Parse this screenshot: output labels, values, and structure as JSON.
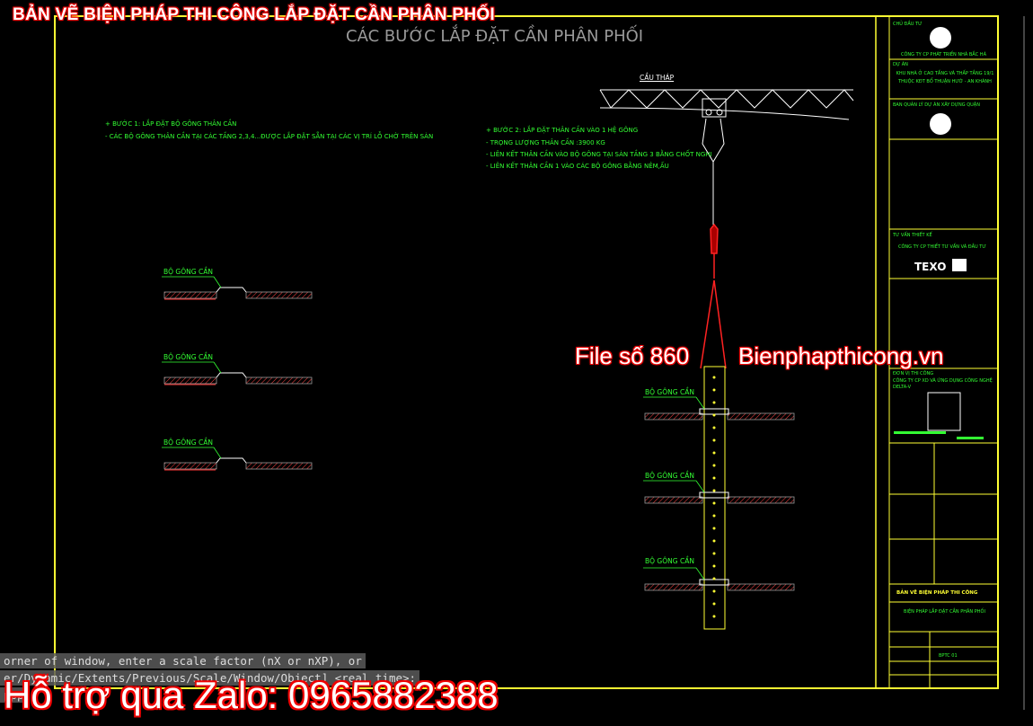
{
  "overlay": {
    "title": "BẢN VẼ BIỆN PHÁP THI CÔNG LẮP ĐẶT CẦN PHÂN PHỐI",
    "file_label": "File số 860",
    "site_label": "Bienphapthicong.vn",
    "zalo": "Hỗ trợ qua Zalo: 0965882388"
  },
  "drawing": {
    "subtitle": "CÁC BƯỚC LẮP ĐẶT CẦN PHÂN PHỐI",
    "step1": {
      "heading": "+ BƯỚC 1: LẮP ĐẶT BỘ GÔNG THÂN CẦN",
      "line1": "-          CÁC BỘ GÔNG THÂN CẦN TẠI CÁC TẦNG 2,3,4...ĐƯỢC LẮP ĐẶT SẴN TẠI CÁC VỊ TRÍ LỖ CHỜ TRÊN SÀN"
    },
    "step2": {
      "heading": "+ BƯỚC 2: LẮP ĐẶT THÂN CẦN VÀO 1 HỆ GÔNG",
      "line1": "-                TRỌNG LƯỢNG THÂN CẦN :3900 KG",
      "line2": "-                LIÊN KẾT THÂN CẦN VÀO BỘ GÔNG TẠI SÀN TẦNG 3 BẰNG CHỐT NGHI",
      "line3": "-                LIÊN KẾT THÂN CẦN 1 VÀO CÁC BỘ GÔNG BẰNG NÊM,ẤU"
    },
    "crane_label": "CẦU THÁP",
    "yoke_label": "BỘ GÔNG CẦN"
  },
  "titleblock": {
    "owner_label": "CHỦ ĐẦU TƯ",
    "owner_name": "CÔNG TY CP PHÁT TRIỂN NHÀ BẮC HÀ",
    "project_label": "DỰ ÁN",
    "project_name": "KHU NHÀ Ở CAO TẦNG VÀ THẤP TẦNG 19/1 THUỘC KĐT BỔ THUẬN HƯỚ - AN KHÁNH",
    "consultant_label": "BAN QUẢN LÝ DỰ ÁN XÂY DỰNG QUẬN",
    "design_label": "TƯ VẤN THIẾT KẾ",
    "design_name": "CÔNG TY CP THIẾT TƯ VẤN VÀ ĐẦU TƯ",
    "texo": "TEXO",
    "contractor_label": "ĐƠN VỊ THI CÔNG",
    "contractor_name": "CÔNG TY CP XD VÀ ỨNG DỤNG CÔNG NGHỆ DELTA-V",
    "drawing_name": "BẢN VẼ BIỆN PHÁP THI CÔNG",
    "sheet_title": "BIỆN PHÁP LẮP ĐẶT CẦN PHÂN PHỐI",
    "sheet_code": "BPTC 01"
  },
  "command": {
    "line1": "orner of window, enter a scale factor (nX or nXP), or",
    "line2": "er/Dynamic/Extents/Previous/Scale/Window/Object] <real time>:",
    "line3": "ppp"
  }
}
